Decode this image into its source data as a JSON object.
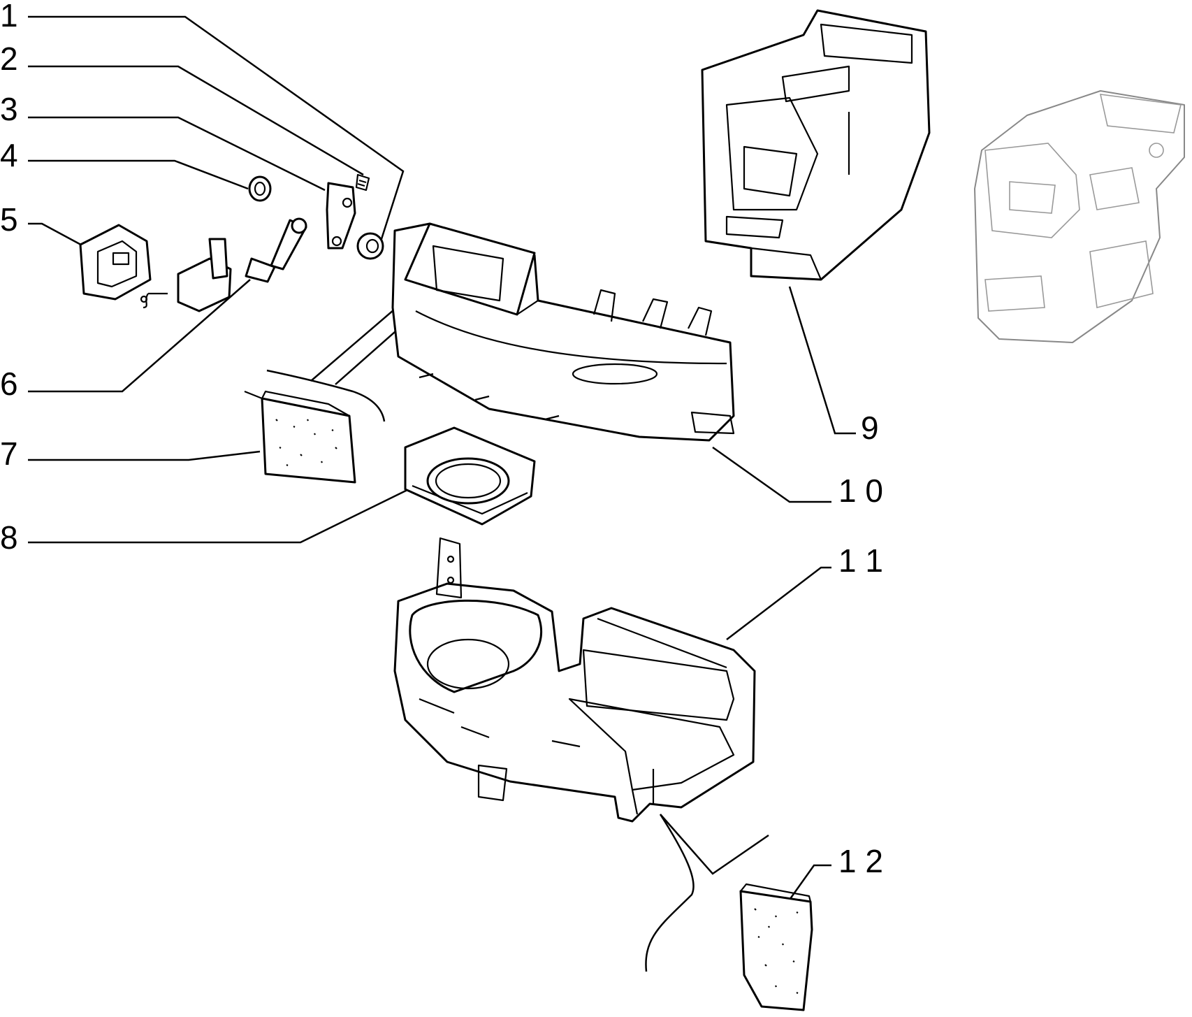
{
  "callouts": [
    {
      "id": "1",
      "label": "1"
    },
    {
      "id": "2",
      "label": "2"
    },
    {
      "id": "3",
      "label": "3"
    },
    {
      "id": "4",
      "label": "4"
    },
    {
      "id": "5",
      "label": "5"
    },
    {
      "id": "6",
      "label": "6"
    },
    {
      "id": "7",
      "label": "7"
    },
    {
      "id": "8",
      "label": "8"
    },
    {
      "id": "9",
      "label": "9"
    },
    {
      "id": "10",
      "label": "1 0"
    },
    {
      "id": "11",
      "label": "1 1"
    },
    {
      "id": "12",
      "label": "1 2"
    }
  ]
}
